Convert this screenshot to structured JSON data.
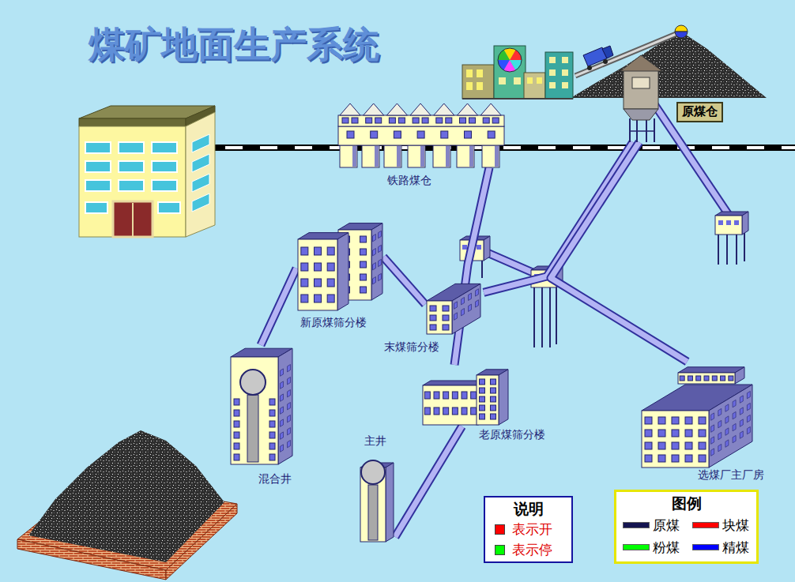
{
  "diagram": {
    "title": "煤矿地面生产系统",
    "nodes": [
      {
        "text": [
          "原煤仓"
        ]
      },
      {
        "text": [
          "铁路煤仓"
        ]
      },
      {
        "text": [
          "新原煤筛分楼"
        ]
      },
      {
        "text": [
          "末煤筛分楼"
        ]
      },
      {
        "text": [
          "老原煤筛分楼"
        ]
      },
      {
        "text": [
          "主井"
        ]
      },
      {
        "text": [
          "混合井"
        ]
      },
      {
        "text": [
          "选煤厂主厂房"
        ]
      }
    ],
    "edges": [
      {
        "from": 5,
        "to": 4,
        "arrow": "none"
      },
      {
        "from": 6,
        "to": 2,
        "arrow": "none"
      },
      {
        "from": 2,
        "to": 3,
        "arrow": "none"
      },
      {
        "from": 4,
        "to": 1,
        "arrow": "none"
      },
      {
        "from": 3,
        "to": 0,
        "arrow": "none"
      },
      {
        "from": 0,
        "to": 7,
        "arrow": "none"
      }
    ],
    "labels": [
      "说明",
      "图例"
    ],
    "legend": [
      {
        "text": "表示开",
        "color": "#ff0000"
      },
      {
        "text": "表示停",
        "color": "#00ff00"
      },
      {
        "text": "原煤",
        "color": "#141450"
      },
      {
        "text": "块煤",
        "color": "#ff0000"
      },
      {
        "text": "粉煤",
        "color": "#00ff00"
      },
      {
        "text": "精煤",
        "color": "#0000ff"
      }
    ]
  }
}
